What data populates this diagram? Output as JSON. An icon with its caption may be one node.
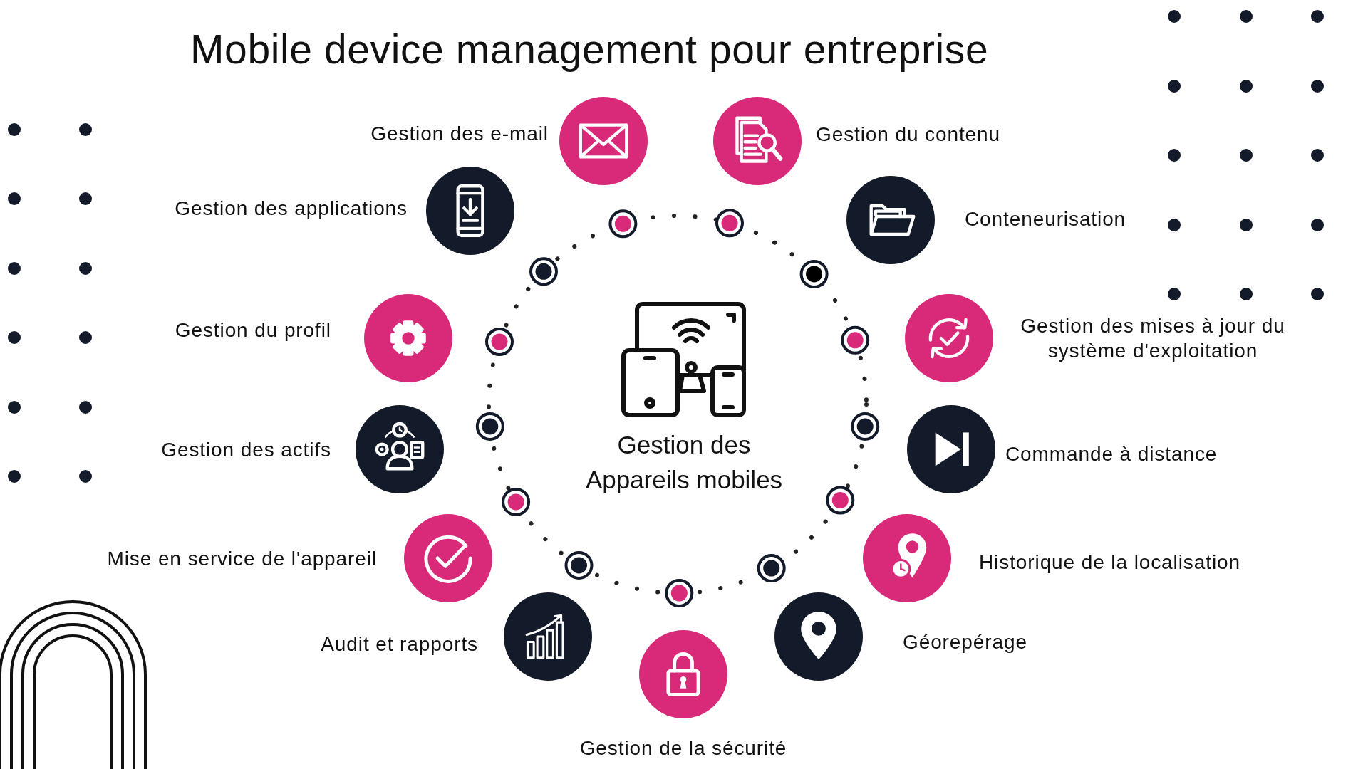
{
  "diagram": {
    "title": "Mobile device management pour entreprise",
    "nodes": [
      {
        "text": [
          "Gestion des Appareils mobiles"
        ]
      },
      {
        "text": [
          "Gestion des e-mail"
        ]
      },
      {
        "text": [
          "Gestion du contenu"
        ]
      },
      {
        "text": [
          "Gestion des applications"
        ]
      },
      {
        "text": [
          "Conteneurisation"
        ]
      },
      {
        "text": [
          "Gestion du profil"
        ]
      },
      {
        "text": [
          "Gestion des mises à jour du système d'exploitation"
        ]
      },
      {
        "text": [
          "Gestion des actifs"
        ]
      },
      {
        "text": [
          "Commande à distance"
        ]
      },
      {
        "text": [
          "Mise en service de l'appareil"
        ]
      },
      {
        "text": [
          "Historique de la localisation"
        ]
      },
      {
        "text": [
          "Audit et rapports"
        ]
      },
      {
        "text": [
          "Géorepérage"
        ]
      },
      {
        "text": [
          "Gestion de la sécurité"
        ]
      }
    ]
  }
}
